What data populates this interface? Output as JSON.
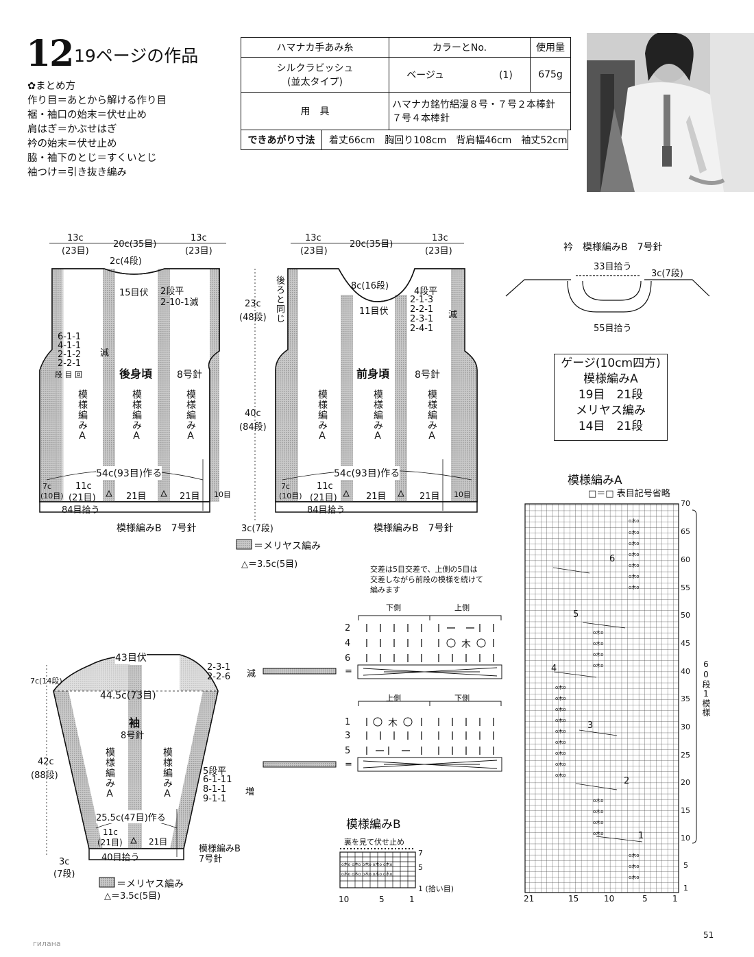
{
  "header": {
    "pattern_number": "12",
    "title": "19ページの作品"
  },
  "finishing": {
    "heading": "まとめ方",
    "lines": [
      "作り目＝あとから解ける作り目",
      "裾・袖口の始末＝伏せ止め",
      "肩はぎ＝かぶせはぎ",
      "衿の始末＝伏せ止め",
      "脇・袖下のとじ＝すくいとじ",
      "袖つけ＝引き抜き編み"
    ]
  },
  "spec_table": {
    "col_yarn": "ハマナカ手あみ糸",
    "col_color": "カラーとNo.",
    "col_amount": "使用量",
    "yarn_name": "シルクラビッシュ",
    "yarn_type": "(並太タイプ)",
    "color": "ベージュ",
    "color_no": "(1)",
    "amount": "675g",
    "tools_label": "用　具",
    "tools_line1": "ハマナカ銘竹絽漫８号・７号２本棒針",
    "tools_line2": "７号４本棒針",
    "size_label": "できあがり寸法",
    "size_value": "着丈66cm　胸回り108cm　背肩幅46cm　袖丈52cm"
  },
  "back": {
    "top_dims": [
      "13c",
      "(23目)",
      "20c(35目)",
      "13c",
      "(23目)"
    ],
    "neck": "2c(4段)",
    "bind": "15目伏",
    "dec": [
      "2段平",
      "2-10-1減"
    ],
    "arm_dec": [
      "6-1-1",
      "4-1-1",
      "2-1-2",
      "2-2-1",
      "段 目 回"
    ],
    "arm_dec_word": "減",
    "name": "後身頃",
    "needle": "8号針",
    "pattern_cols": [
      "模様編みA",
      "模様編みA",
      "模様編みA"
    ],
    "cast_on": "54c(93目)作る",
    "bottom_cells": [
      "7c",
      "(10目)",
      "11c",
      "(21目)",
      "21目",
      "21目",
      "10目"
    ],
    "pick_up": "84目拾う",
    "rib": "模様編みB　7号針"
  },
  "mid_dims": {
    "armhole": [
      "23c",
      "(48段)"
    ],
    "body": [
      "40c",
      "(84段)"
    ],
    "rib": "3c(7段)"
  },
  "front": {
    "top_dims": [
      "13c",
      "(23目)",
      "20c(35目)",
      "13c",
      "(23目)"
    ],
    "same_as_back": "後ろと同じ",
    "neck": "8c(16段)",
    "bind": "11目伏",
    "dec": [
      "4段平",
      "2-1-3",
      "2-2-1",
      "2-3-1",
      "2-4-1"
    ],
    "dec_word": "減",
    "name": "前身頃",
    "needle": "8号針",
    "pattern_cols": [
      "模様編みA",
      "模様編みA",
      "模様編みA"
    ],
    "cast_on": "54c(93目)作る",
    "bottom_cells": [
      "7c",
      "(10目)",
      "11c",
      "(21目)",
      "21目",
      "21目",
      "10目"
    ],
    "pick_up": "84目拾う",
    "rib": "模様編みB　7号針"
  },
  "legend1": {
    "stockinette": "＝メリヤス編み",
    "triangle": "△＝3.5c(5目)"
  },
  "collar": {
    "title": "衿　模様編みB　7号針",
    "top": "33目拾う",
    "side": "3c(7段)",
    "bottom": "55目拾う"
  },
  "gauge": {
    "title": "ゲージ(10cm四方)",
    "p1": "模様編みA",
    "p1v": "19目　21段",
    "p2": "メリヤス編み",
    "p2v": "14目　21段"
  },
  "chart_a": {
    "title": "模様編みA",
    "legend": "□＝□ 表目記号省略",
    "row_labels": [
      "70",
      "65",
      "60",
      "55",
      "50",
      "45",
      "40",
      "35",
      "30",
      "25",
      "20",
      "15",
      "10",
      "5",
      "1"
    ],
    "col_labels": [
      "21",
      "15",
      "10",
      "5",
      "1"
    ],
    "side_note": "60段1模様",
    "markers": [
      "6",
      "5",
      "4",
      "3",
      "2",
      "1"
    ]
  },
  "cross": {
    "note": [
      "交差は5目交差で、上側の5目は",
      "交差しながら前段の模様を続けて",
      "編みます"
    ],
    "a_top": [
      "下側",
      "上側"
    ],
    "b_top": [
      "上側",
      "下側"
    ],
    "a_rows": [
      "2",
      "4",
      "6",
      "="
    ],
    "b_rows": [
      "1",
      "3",
      "5",
      "="
    ]
  },
  "chart_b": {
    "title": "模様編みB",
    "note": "裏を見て伏せ止め",
    "rows": [
      "7",
      "5",
      "1 (拾い目)"
    ],
    "cols": [
      "10",
      "5",
      "1"
    ]
  },
  "sleeve": {
    "bind": "43目伏",
    "cap": "7c(14段)",
    "cap_dec": [
      "2-3-1",
      "2-2-6"
    ],
    "cap_dec_word": "減",
    "width": "44.5c(73目)",
    "name": "袖",
    "needle": "8号針",
    "pattern_cols": [
      "模様編みA",
      "模様編みA"
    ],
    "length": [
      "42c",
      "(88段)"
    ],
    "inc": [
      "5段平",
      "6-1-11",
      "8-1-1",
      "9-1-1"
    ],
    "inc_word": "増",
    "cast_on": "25.5c(47目)作る",
    "bottom": [
      "11c",
      "(21目)",
      "21目"
    ],
    "pick_up": "40目拾う",
    "rib": [
      "模様編みB",
      "7号針"
    ],
    "rib_h": [
      "3c",
      "(7段)"
    ]
  },
  "legend2": {
    "stockinette": "＝メリヤス編み",
    "triangle": "△＝3.5c(5目)"
  },
  "page_number": "51",
  "watermark": "гилана"
}
